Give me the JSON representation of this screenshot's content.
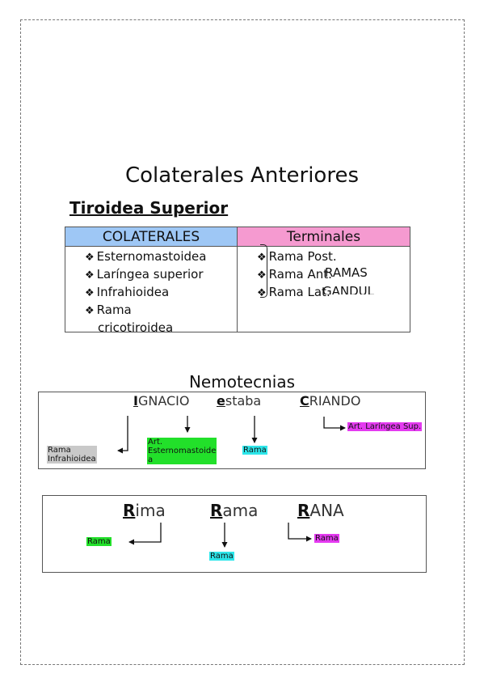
{
  "title": "Colaterales Anteriores",
  "subtitle": "Tiroidea Superior",
  "table": {
    "headers": [
      "COLATERALES",
      "Terminales"
    ],
    "colaterales": [
      "Esternomastoidea",
      "Laríngea superior",
      "Infrahioidea",
      "Rama",
      "cricotiroidea"
    ],
    "terminales": [
      "Rama Post.",
      "Rama Ant.",
      "Rama Lat."
    ],
    "bracket_label_1": "RAMAS",
    "bracket_label_2": "GANDUL",
    "bullet": "❖"
  },
  "nemotecnias": {
    "title": "Nemotecnias",
    "words1": [
      {
        "initial": "I",
        "rest": "GNACIO"
      },
      {
        "initial": "e",
        "rest": "staba"
      },
      {
        "initial": "C",
        "rest": "RIANDO"
      }
    ],
    "labels1": {
      "infra_1": "Rama",
      "infra_2": "Infrahioidea",
      "ester_1": "Art.",
      "ester_2": "Esternomastoide",
      "ester_3": "a",
      "rama": "Rama",
      "laringea": "Art. Laríngea Sup."
    },
    "words2": [
      {
        "initial": "R",
        "rest": "ima"
      },
      {
        "initial": "R",
        "rest": "ama"
      },
      {
        "initial": "R",
        "rest": "ANA"
      }
    ],
    "labels2": [
      "Rama",
      "Rama",
      "Rama"
    ]
  },
  "colors": {
    "col_header": "#9ec7f5",
    "term_header": "#f59ad0",
    "gray": "#c9c9c9",
    "green": "#22e02a",
    "cyan": "#2de6ea",
    "magenta": "#e43af0"
  }
}
